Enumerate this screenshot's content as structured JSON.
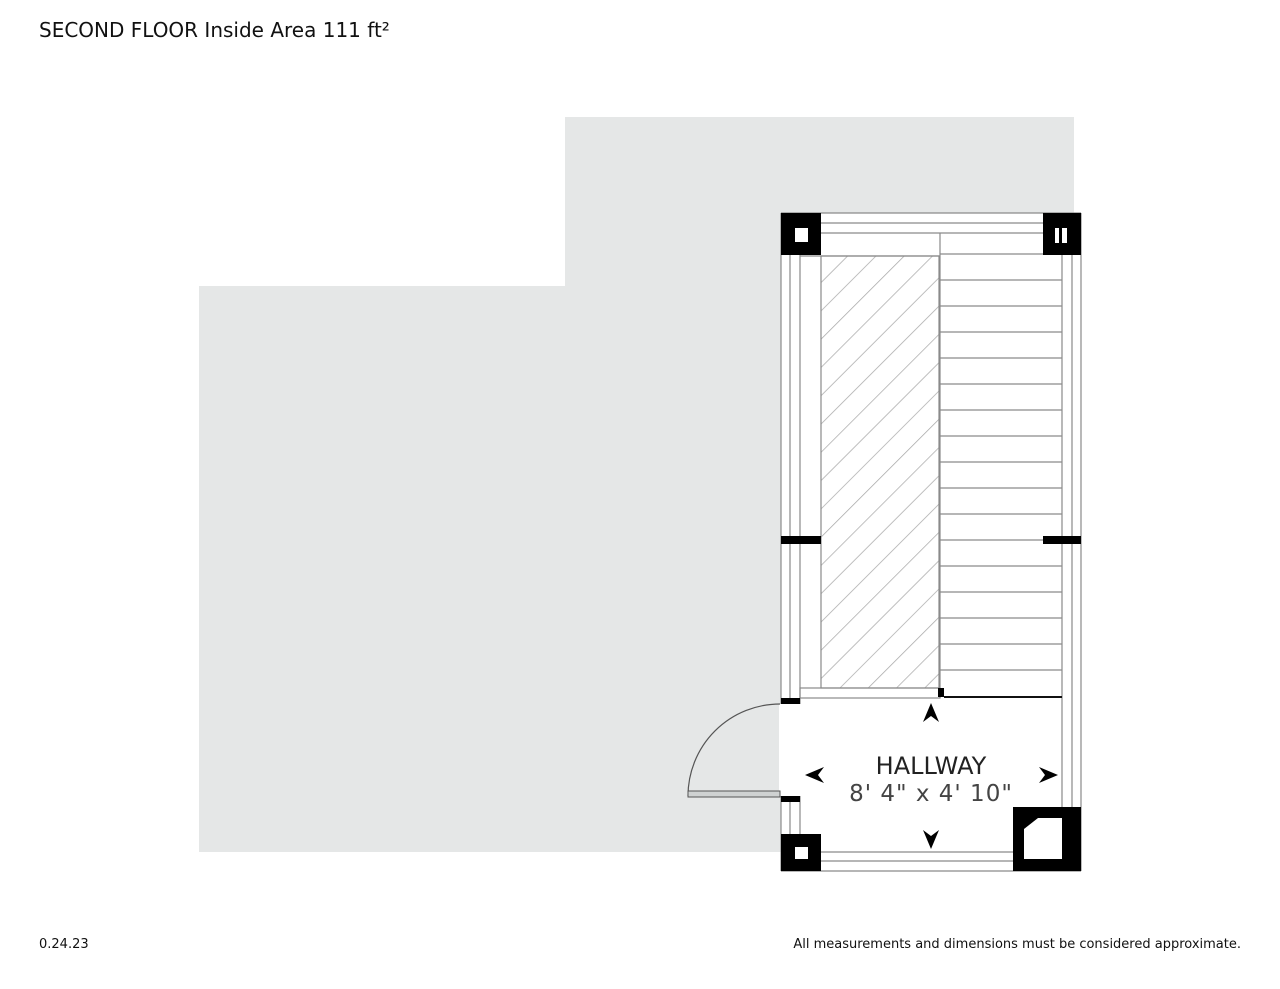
{
  "header": {
    "title": "SECOND FLOOR Inside Area 111 ft²"
  },
  "footer": {
    "version": "0.24.23",
    "disclaimer": "All measurements and dimensions must be considered approximate."
  },
  "rooms": [
    {
      "name": "HALLWAY",
      "dimensions": "8' 4\" x 4' 10\""
    }
  ],
  "colors": {
    "footprint": "#e5e7e7",
    "wall": "#000000",
    "floor": "#ffffff",
    "line": "#8a8a8a"
  }
}
